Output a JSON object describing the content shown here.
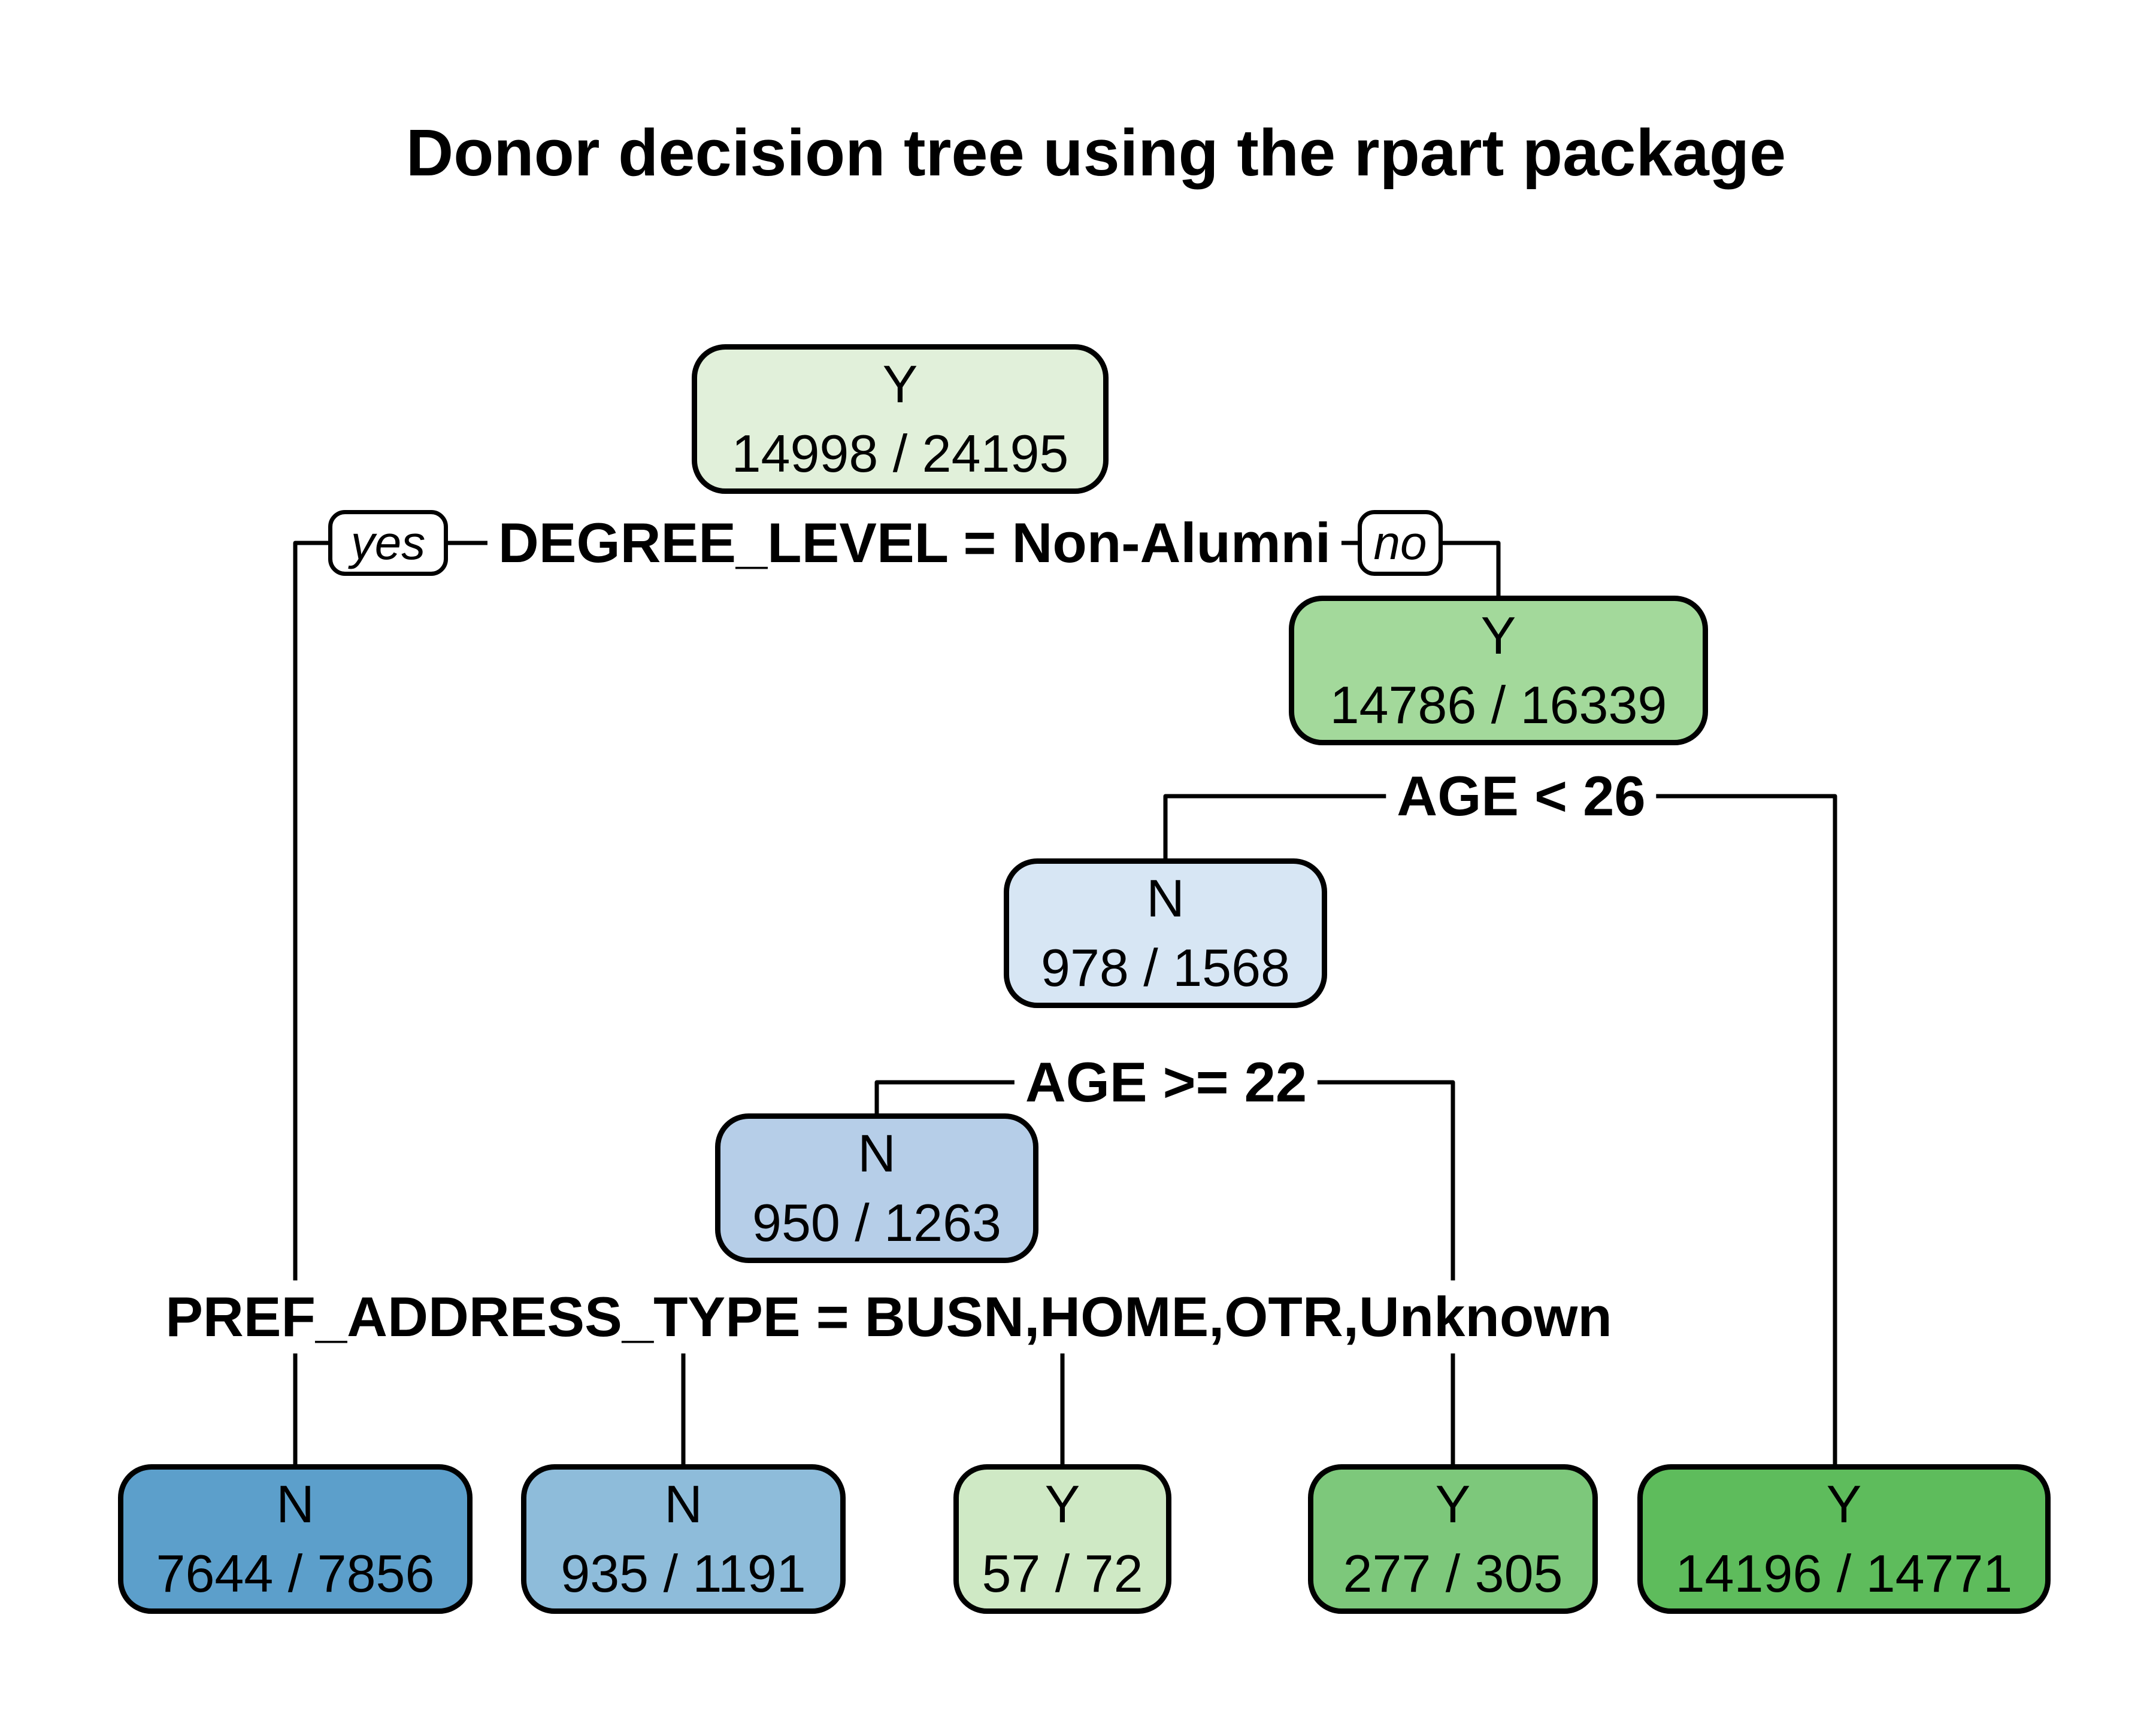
{
  "title": "Donor decision tree using the rpart package",
  "edge_badges": {
    "yes": "yes",
    "no": "no"
  },
  "splits": {
    "degree_level": {
      "condition": "DEGREE_LEVEL = Non-Alumni",
      "yes_child": "leaf1",
      "no_child": "n2"
    },
    "age_26": {
      "condition": "AGE < 26",
      "yes_child": "n3",
      "no_child": "leaf5"
    },
    "age_22": {
      "condition": "AGE >= 22",
      "yes_child": "n4",
      "no_child": "leaf4"
    },
    "pref_address": {
      "condition": "PREF_ADDRESS_TYPE = BUSN,HOME,OTR,Unknown",
      "yes_child": "leaf2",
      "no_child": "leaf3"
    }
  },
  "nodes": {
    "root": {
      "class": "Y",
      "stats": "14998 / 24195",
      "fill": "#e1f0da"
    },
    "n2": {
      "class": "Y",
      "stats": "14786 / 16339",
      "fill": "#a3d99b"
    },
    "n3": {
      "class": "N",
      "stats": "978 / 1568",
      "fill": "#d7e6f4"
    },
    "n4": {
      "class": "N",
      "stats": "950 / 1263",
      "fill": "#b6cee8"
    },
    "leaf1": {
      "class": "N",
      "stats": "7644 / 7856",
      "fill": "#5c9fcb"
    },
    "leaf2": {
      "class": "N",
      "stats": "935 / 1191",
      "fill": "#8ebcda"
    },
    "leaf3": {
      "class": "Y",
      "stats": "57 / 72",
      "fill": "#cfe9c5"
    },
    "leaf4": {
      "class": "Y",
      "stats": "277 / 305",
      "fill": "#7dc87b"
    },
    "leaf5": {
      "class": "Y",
      "stats": "14196 / 14771",
      "fill": "#5ebc5c"
    }
  },
  "line_color": "#000000"
}
